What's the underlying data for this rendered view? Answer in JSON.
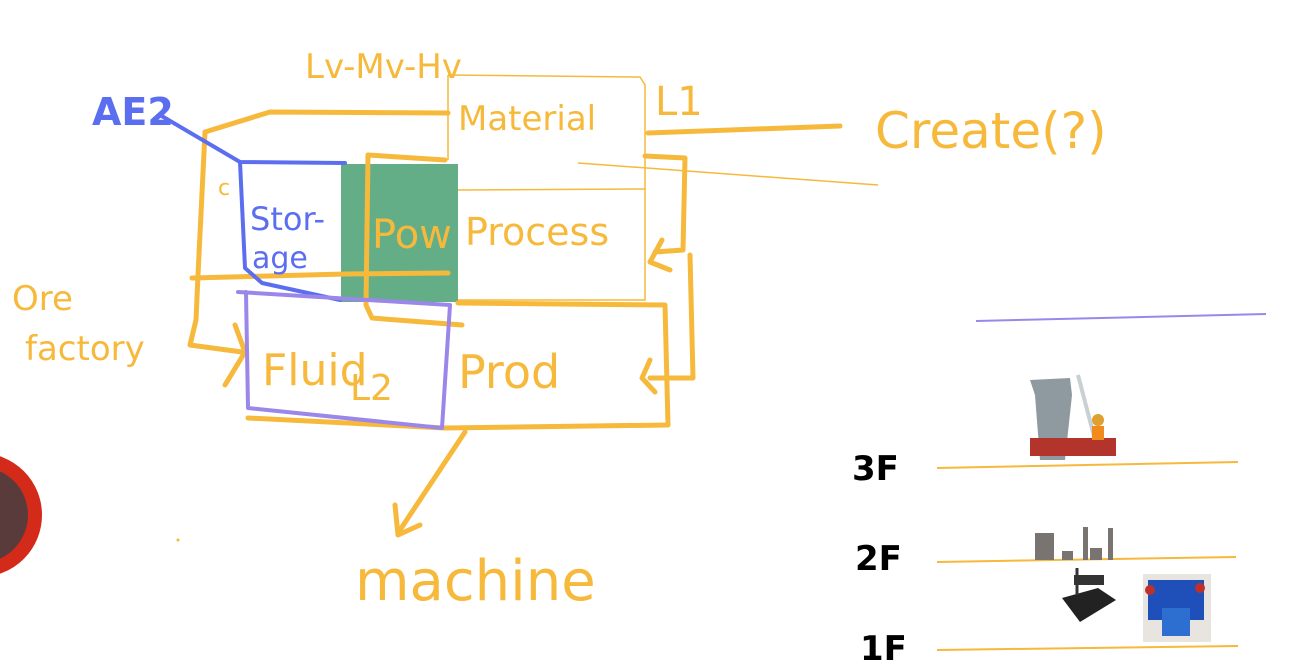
{
  "canvas": {
    "voltage_tiers": "Lv-Mv-Hv",
    "material": "Material",
    "l1": "L1",
    "create": "Create(?)",
    "ae2": "AE2",
    "c": "c",
    "storage_1": "Stor-",
    "storage_2": "age",
    "power": "Pow",
    "process": "Process",
    "ore_factory_1": "Ore",
    "ore_factory_2": "factory",
    "fluid": "Fluid",
    "l2": "L2",
    "prod": "Prod",
    "machine": "machine",
    "floors": [
      "3F",
      "2F",
      "1F"
    ]
  },
  "colors": {
    "orange": "#f6b93b",
    "blue": "#5b6ef0",
    "purple": "#9b86ea",
    "green": "#63ae87",
    "red": "#d42a1a"
  }
}
